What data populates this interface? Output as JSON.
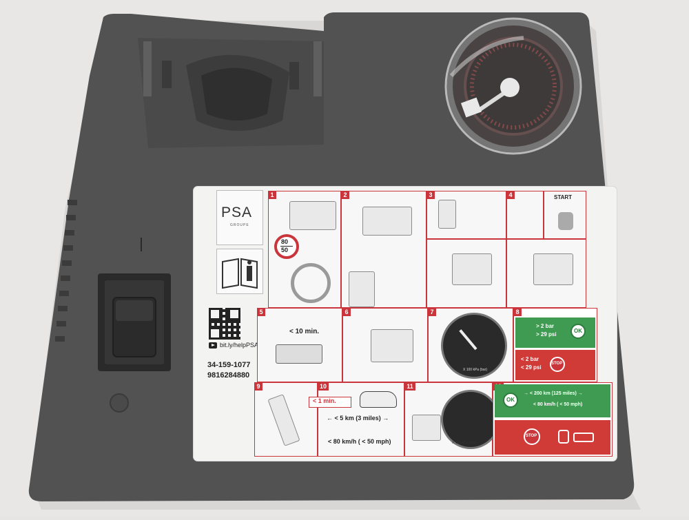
{
  "brand": {
    "name": "PSA",
    "sub": "GROUPE"
  },
  "qr_link": "bit.ly/helpPSA",
  "part_numbers": [
    "34-159-1077",
    "9816284880"
  ],
  "steps": {
    "n1": "1",
    "n2": "2",
    "n3": "3",
    "n4": "4",
    "n5": "5",
    "n6": "6",
    "n7": "7",
    "n8": "8",
    "n9": "9",
    "n10": "10",
    "n11": "11",
    "n12": "12",
    "start": "START",
    "speed_sign_top": "80",
    "speed_sign_bottom": "50",
    "time_10": "< 10 min.",
    "time_1": "< 1 min.",
    "distance_5km": "← < 5 km (3 miles) →",
    "speed_80": "< 80 km/h ( < 50 mph)",
    "gauge_unit": "X 100 kPa (bar)",
    "ok": "OK",
    "stop": "STOP",
    "above_2bar": "> 2 bar",
    "above_29psi": "> 29 psi",
    "below_2bar": "< 2 bar",
    "below_29psi": "< 29 psi",
    "max_200km": "→ < 200 km (125 miles) →",
    "max_80kmh": "< 80 km/h ( < 50 mph)"
  },
  "colors": {
    "housing": "#545454",
    "ok_green": "#3f9b52",
    "stop_red": "#d03a37",
    "accent_red": "#c9353b"
  }
}
